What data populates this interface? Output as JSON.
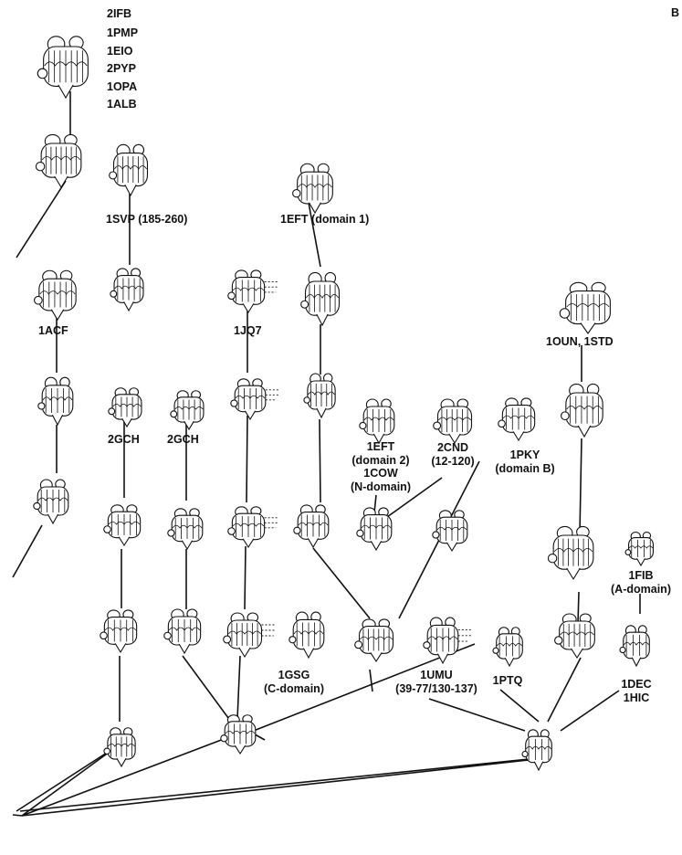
{
  "panel_letter": "B",
  "colors": {
    "ink": "#111111",
    "background": "#ffffff"
  },
  "labels": {
    "top_list": [
      "2IFB",
      "1PMP",
      "1EIO",
      "2PYP",
      "1OPA",
      "1ALB"
    ],
    "svp": "1SVP (185-260)",
    "eft_d1": "1EFT (domain 1)",
    "acf": "1ACF",
    "jq7": "1JQ7",
    "oun": "1OUN, 1STD",
    "gch_a": "2GCH",
    "gch_b": "2GCH",
    "eft_d2": [
      "1EFT",
      "(domain 2)",
      "1COW",
      "(N-domain)"
    ],
    "cnd": [
      "2CND",
      "(12-120)"
    ],
    "pky": [
      "1PKY",
      "(domain B)"
    ],
    "fib": [
      "1FIB",
      "(A-domain)"
    ],
    "gsg": [
      "1GSG",
      "(C-domain)"
    ],
    "umu": [
      "1UMU",
      "(39-77/130-137)"
    ],
    "ptq": "1PTQ",
    "dec": [
      "1DEC",
      "1HIC"
    ]
  }
}
